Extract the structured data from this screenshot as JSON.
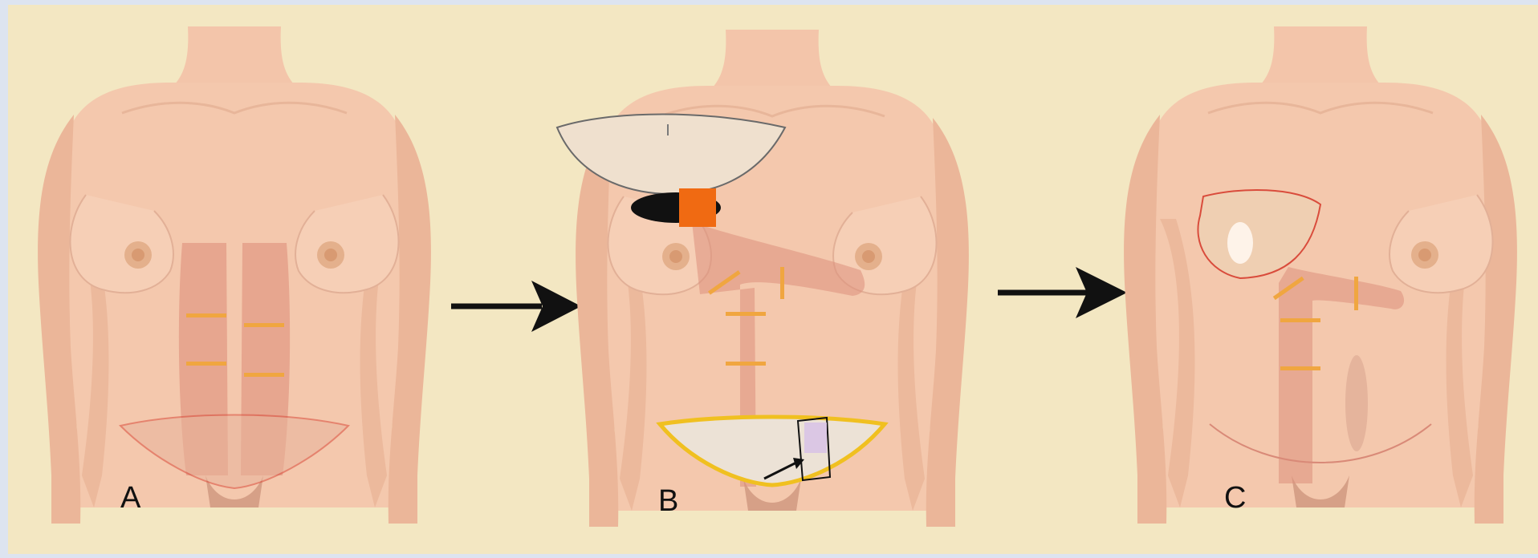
{
  "panels": [
    {
      "id": "A",
      "label": "A"
    },
    {
      "id": "B",
      "label": "B"
    },
    {
      "id": "C",
      "label": "C"
    }
  ],
  "colors": {
    "background": "#f3e7c2",
    "frame": "#dde4f0",
    "skin": "#f3c6aa",
    "skin_shadow": "#e2a98c",
    "muscle": "#d98e7a",
    "marker": "#f0a640",
    "incision": "#d94c3c",
    "flap_border": "#f0c020",
    "arrow": "#111111",
    "implant": "#efd2b8",
    "orange_block": "#f06a12"
  }
}
